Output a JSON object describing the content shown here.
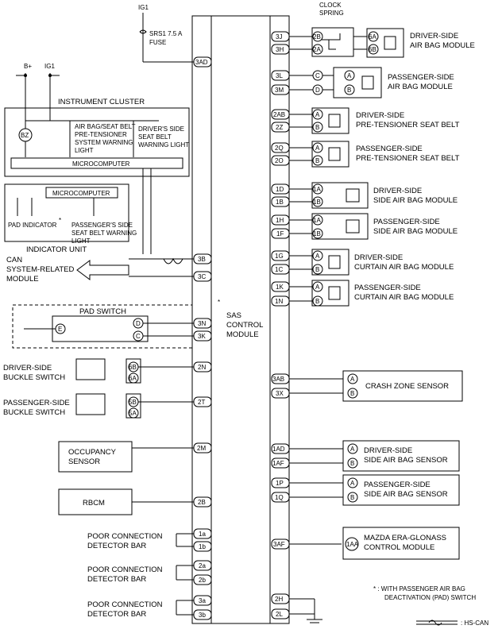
{
  "power": {
    "ig1_top": "IG1",
    "fuse_line1": "SRS1 7.5 A",
    "fuse_line2": "FUSE",
    "b_plus": "B+",
    "ig1_left": "IG1"
  },
  "clock_spring": {
    "line1": "CLOCK",
    "line2": "SPRING"
  },
  "sas": {
    "line1": "SAS",
    "line2": "CONTROL",
    "line3": "MODULE"
  },
  "instrument_cluster": {
    "title": "INSTRUMENT CLUSTER",
    "bz": "BZ",
    "airbag_light": [
      "AIR BAG/SEAT BELT",
      "PRE-TENSIONER",
      "SYSTEM WARNING",
      "LIGHT"
    ],
    "driver_light": [
      "DRIVER'S SIDE",
      "SEAT BELT",
      "WARNING LIGHT"
    ],
    "microcomputer": "MICROCOMPUTER"
  },
  "indicator_unit": {
    "title": "INDICATOR UNIT",
    "microcomputer": "MICROCOMPUTER",
    "pad_indicator": "PAD INDICATOR",
    "asterisk": "*",
    "passenger_light": [
      "PASSENGER'S SIDE",
      "SEAT BELT WARNING",
      "LIGHT"
    ]
  },
  "can_module": [
    "CAN",
    "SYSTEM-RELATED",
    "MODULE"
  ],
  "pad_switch": {
    "title": "PAD SWITCH",
    "asterisk": "*",
    "pins": {
      "e": "E",
      "d": "D",
      "c": "C"
    }
  },
  "left_devices": {
    "driver_buckle": [
      "DRIVER-SIDE",
      "BUCKLE SWITCH"
    ],
    "driver_buckle_pins": [
      "6B",
      "6A"
    ],
    "passenger_buckle": [
      "PASSENGER-SIDE",
      "BUCKLE SWITCH"
    ],
    "passenger_buckle_pins": [
      "5B",
      "5A"
    ],
    "occupancy": [
      "OCCUPANCY",
      "SENSOR"
    ],
    "rbcm": "RBCM",
    "poor_connection": [
      "POOR CONNECTION",
      "DETECTOR BAR"
    ]
  },
  "left_pins": {
    "p3AD": "3AD",
    "p3B": "3B",
    "p3C": "3C",
    "p3N": "3N",
    "p3K": "3K",
    "p2N": "2N",
    "p2T": "2T",
    "p2M": "2M",
    "p2B": "2B",
    "p1a": "1a",
    "p1b": "1b",
    "p2a": "2a",
    "p2b": "2b",
    "p3a": "3a",
    "p3b": "3b"
  },
  "right_pins": {
    "p3J": "3J",
    "p3H": "3H",
    "p3L": "3L",
    "p3M": "3M",
    "p2AB": "2AB",
    "p2Z": "2Z",
    "p2Q": "2Q",
    "p2O": "2O",
    "p1D": "1D",
    "p1B": "1B",
    "p1H": "1H",
    "p1F": "1F",
    "p1G": "1G",
    "p1C": "1C",
    "p1K": "1K",
    "p1N": "1N",
    "p3AB": "3AB",
    "p3X": "3X",
    "p1AD": "1AD",
    "p1AF": "1AF",
    "p1P": "1P",
    "p1Q": "1Q",
    "p3AF": "3AF",
    "p2H": "2H",
    "p2L": "2L"
  },
  "modules": {
    "driver_airbag": [
      "DRIVER-SIDE",
      "AIR BAG MODULE"
    ],
    "driver_airbag_pins": [
      "2B",
      "2A",
      "6A",
      "6B"
    ],
    "passenger_airbag": [
      "PASSENGER-SIDE",
      "AIR BAG MODULE"
    ],
    "driver_pretensioner": [
      "DRIVER-SIDE",
      "PRE-TENSIONER SEAT BELT"
    ],
    "passenger_pretensioner": [
      "PASSENGER-SIDE",
      "PRE-TENSIONER SEAT BELT"
    ],
    "driver_side_airbag": [
      "DRIVER-SIDE",
      "SIDE AIR BAG MODULE"
    ],
    "passenger_side_airbag": [
      "PASSENGER-SIDE",
      "SIDE AIR BAG MODULE"
    ],
    "driver_curtain": [
      "DRIVER-SIDE",
      "CURTAIN AIR BAG MODULE"
    ],
    "passenger_curtain": [
      "PASSENGER-SIDE",
      "CURTAIN AIR BAG MODULE"
    ],
    "side_airbag_pins": [
      "1A",
      "1B"
    ],
    "crash_zone": "CRASH ZONE SENSOR",
    "driver_sensor": [
      "DRIVER-SIDE",
      "SIDE AIR BAG SENSOR"
    ],
    "passenger_sensor": [
      "PASSENGER-SIDE",
      "SIDE AIR BAG SENSOR"
    ],
    "era_glonass": [
      "MAZDA ERA-GLONASS",
      "CONTROL MODULE"
    ],
    "era_pin": "1AA",
    "pin_a": "A",
    "pin_b": "B",
    "pin_c": "C",
    "pin_d": "D"
  },
  "notes": {
    "footnote": [
      "* : WITH PASSENGER AIR BAG",
      "DEACTIVATION (PAD) SWITCH"
    ],
    "hs_can": ": HS-CAN"
  }
}
